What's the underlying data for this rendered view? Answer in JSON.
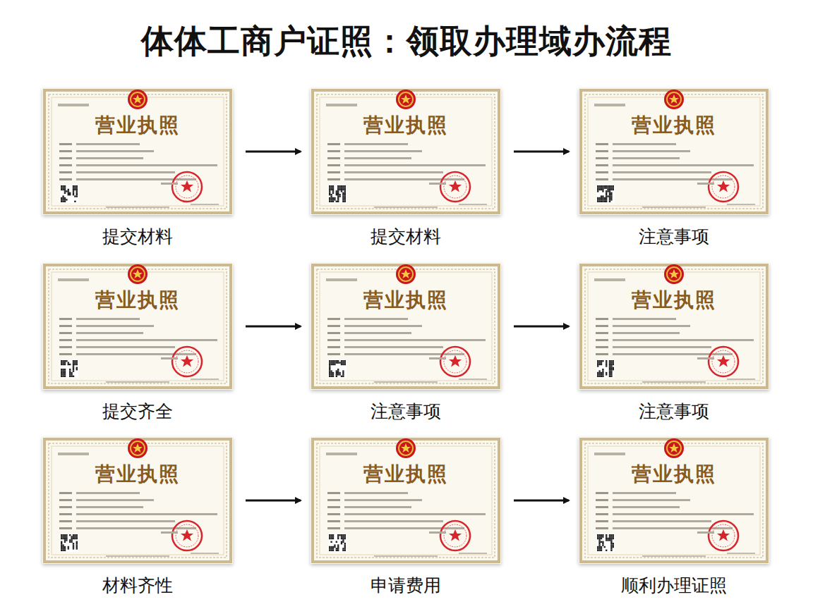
{
  "diagram": {
    "title": "体体工商户证照：领取办理域办流程",
    "nodes": [
      {
        "text": [
          "营业执照",
          "提交材料"
        ]
      },
      {
        "text": [
          "营业执照",
          "提交材料"
        ]
      },
      {
        "text": [
          "营业执照",
          "注意事项"
        ]
      },
      {
        "text": [
          "营业执照",
          "提交齐全"
        ]
      },
      {
        "text": [
          "营业执照",
          "注意事项"
        ]
      },
      {
        "text": [
          "营业执照",
          "注意事项"
        ]
      },
      {
        "text": [
          "营业执照",
          "材料齐性"
        ]
      },
      {
        "text": [
          "营业执照",
          "申请费用"
        ]
      },
      {
        "text": [
          "营业执照",
          "顺利办理证照"
        ]
      }
    ],
    "edges": [
      {
        "from": 0,
        "to": 1,
        "arrow": "to"
      },
      {
        "from": 1,
        "to": 2,
        "arrow": "to"
      },
      {
        "from": 3,
        "to": 4,
        "arrow": "to"
      },
      {
        "from": 4,
        "to": 5,
        "arrow": "to"
      },
      {
        "from": 6,
        "to": 7,
        "arrow": "to"
      },
      {
        "from": 7,
        "to": 8,
        "arrow": "to"
      }
    ]
  }
}
